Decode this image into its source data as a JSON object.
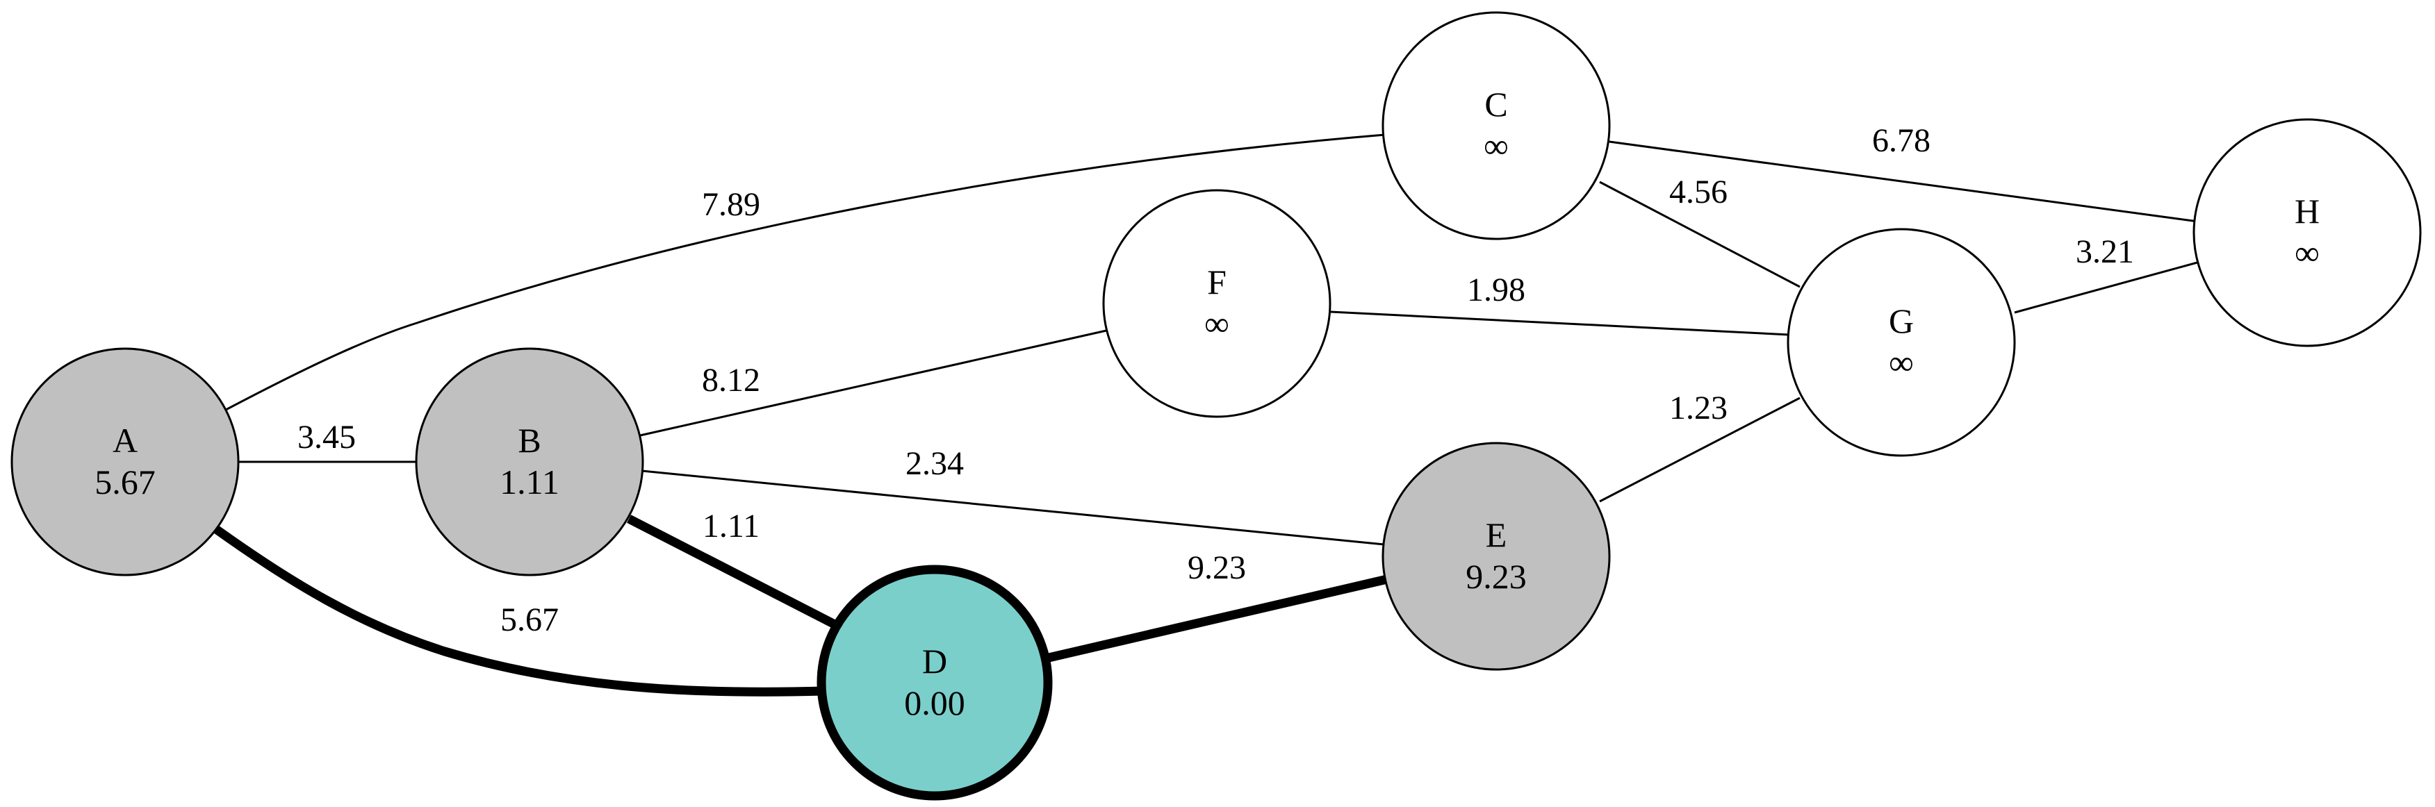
{
  "colors": {
    "visited": "#c0c0c0",
    "source": "#7acfcb",
    "unvisited": "#ffffff",
    "edge": "#000000"
  },
  "nodes": [
    {
      "id": "A",
      "label": "A",
      "dist": "5.67",
      "state": "visited"
    },
    {
      "id": "B",
      "label": "B",
      "dist": "1.11",
      "state": "visited"
    },
    {
      "id": "C",
      "label": "C",
      "dist": "∞",
      "state": "unvisited"
    },
    {
      "id": "D",
      "label": "D",
      "dist": "0.00",
      "state": "source"
    },
    {
      "id": "E",
      "label": "E",
      "dist": "9.23",
      "state": "visited"
    },
    {
      "id": "F",
      "label": "F",
      "dist": "∞",
      "state": "unvisited"
    },
    {
      "id": "G",
      "label": "G",
      "dist": "∞",
      "state": "unvisited"
    },
    {
      "id": "H",
      "label": "H",
      "dist": "∞",
      "state": "unvisited"
    }
  ],
  "edges": [
    {
      "from": "A",
      "to": "C",
      "weight": "7.89",
      "highlight": false
    },
    {
      "from": "A",
      "to": "B",
      "weight": "3.45",
      "highlight": false
    },
    {
      "from": "A",
      "to": "D",
      "weight": "5.67",
      "highlight": true
    },
    {
      "from": "B",
      "to": "F",
      "weight": "8.12",
      "highlight": false
    },
    {
      "from": "B",
      "to": "E",
      "weight": "2.34",
      "highlight": false
    },
    {
      "from": "B",
      "to": "D",
      "weight": "1.11",
      "highlight": true
    },
    {
      "from": "D",
      "to": "E",
      "weight": "9.23",
      "highlight": true
    },
    {
      "from": "C",
      "to": "H",
      "weight": "6.78",
      "highlight": false
    },
    {
      "from": "C",
      "to": "G",
      "weight": "4.56",
      "highlight": false
    },
    {
      "from": "F",
      "to": "G",
      "weight": "1.98",
      "highlight": false
    },
    {
      "from": "E",
      "to": "G",
      "weight": "1.23",
      "highlight": false
    },
    {
      "from": "G",
      "to": "H",
      "weight": "3.21",
      "highlight": false
    }
  ]
}
